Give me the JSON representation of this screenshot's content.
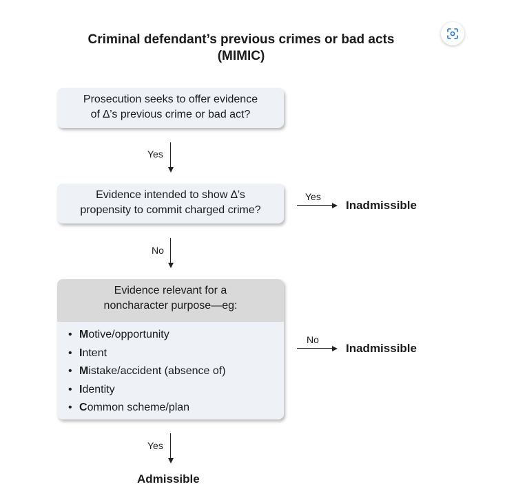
{
  "title": {
    "line1": "Criminal defendant’s previous crimes or bad acts",
    "line2": "(MIMIC)"
  },
  "box1": {
    "line1": "Prosecution seeks to offer evidence",
    "line2": "of ∆’s previous crime or bad act?"
  },
  "box2": {
    "line1": "Evidence intended to show ∆’s",
    "line2": "propensity to commit charged crime?"
  },
  "box3": {
    "line1": "Evidence relevant for a",
    "line2": "noncharacter purpose—eg:",
    "items": [
      {
        "first": "M",
        "rest": "otive/opportunity"
      },
      {
        "first": "I",
        "rest": "ntent"
      },
      {
        "first": "M",
        "rest": "istake/accident (absence of)"
      },
      {
        "first": "I",
        "rest": "dentity"
      },
      {
        "first": "C",
        "rest": "ommon scheme/plan"
      }
    ]
  },
  "arrows": {
    "yes_1": "Yes",
    "no_2": "No",
    "yes_3": "Yes",
    "yes_right": "Yes",
    "no_right": "No"
  },
  "outcomes": {
    "inadmissible_1": "Inadmissible",
    "inadmissible_2": "Inadmissible",
    "admissible": "Admissible"
  },
  "bullet_char": "•",
  "icons": {
    "scan": "scan-icon"
  }
}
